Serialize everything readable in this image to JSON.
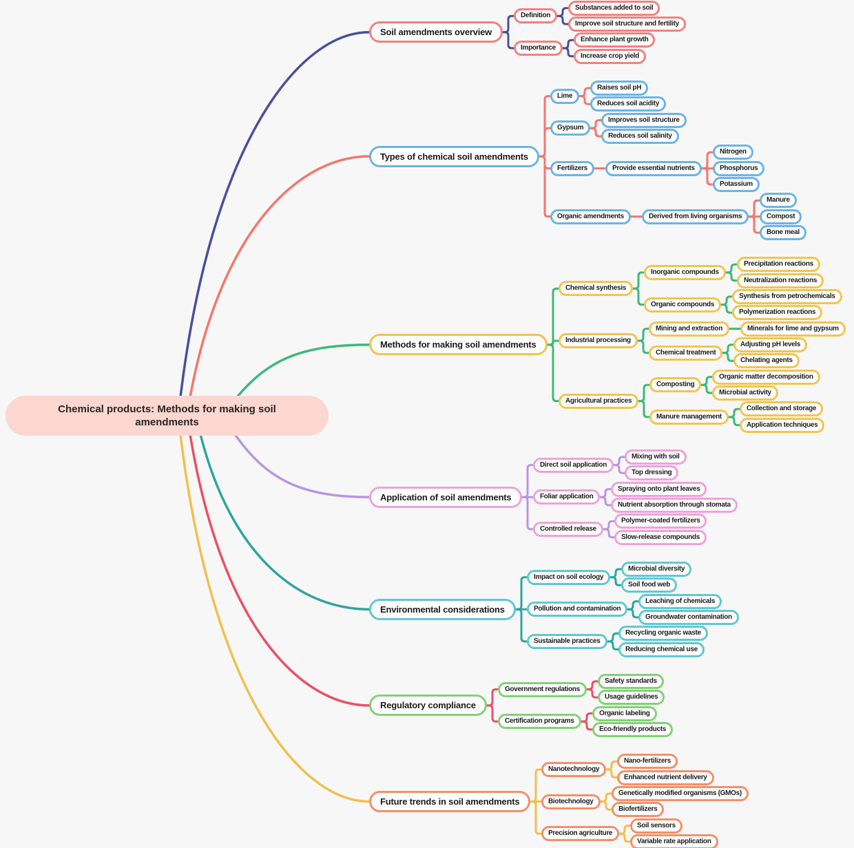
{
  "canvas": {
    "background": "#f8f7f7"
  },
  "root": {
    "label": "Chemical products: Methods for making soil amendments",
    "fill": "#fbd7d0",
    "text_color": "#2a2424"
  },
  "branches": [
    {
      "label": "Soil amendments overview",
      "node_color": "#f4807a",
      "line_color": "#49509a",
      "children": [
        {
          "label": "Definition",
          "children": [
            {
              "label": "Substances added to soil"
            },
            {
              "label": "Improve soil structure and fertility"
            }
          ]
        },
        {
          "label": "Importance",
          "children": [
            {
              "label": "Enhance plant growth"
            },
            {
              "label": "Increase crop yield"
            }
          ]
        }
      ]
    },
    {
      "label": "Types of chemical soil amendments",
      "node_color": "#67b5e9",
      "line_color": "#f4766e",
      "children": [
        {
          "label": "Lime",
          "children": [
            {
              "label": "Raises soil pH"
            },
            {
              "label": "Reduces soil acidity"
            }
          ]
        },
        {
          "label": "Gypsum",
          "children": [
            {
              "label": "Improves soil structure"
            },
            {
              "label": "Reduces soil salinity"
            }
          ]
        },
        {
          "label": "Fertilizers",
          "children": [
            {
              "label": "Provide essential nutrients",
              "children": [
                {
                  "label": "Nitrogen"
                },
                {
                  "label": "Phosphorus"
                },
                {
                  "label": "Potassium"
                }
              ]
            }
          ]
        },
        {
          "label": "Organic amendments",
          "children": [
            {
              "label": "Derived from living organisms",
              "children": [
                {
                  "label": "Manure"
                },
                {
                  "label": "Compost"
                },
                {
                  "label": "Bone meal"
                }
              ]
            }
          ]
        }
      ]
    },
    {
      "label": "Methods for making soil amendments",
      "node_color": "#f3c44d",
      "line_color": "#3db87d",
      "children": [
        {
          "label": "Chemical synthesis",
          "children": [
            {
              "label": "Inorganic compounds",
              "children": [
                {
                  "label": "Precipitation reactions"
                },
                {
                  "label": "Neutralization reactions"
                }
              ]
            },
            {
              "label": "Organic compounds",
              "children": [
                {
                  "label": "Synthesis from petrochemicals"
                },
                {
                  "label": "Polymerization reactions"
                }
              ]
            }
          ]
        },
        {
          "label": "Industrial processing",
          "children": [
            {
              "label": "Mining and extraction",
              "children": [
                {
                  "label": "Minerals for lime and gypsum"
                }
              ]
            },
            {
              "label": "Chemical treatment",
              "children": [
                {
                  "label": "Adjusting pH levels"
                },
                {
                  "label": "Chelating agents"
                }
              ]
            }
          ]
        },
        {
          "label": "Agricultural practices",
          "children": [
            {
              "label": "Composting",
              "children": [
                {
                  "label": "Organic matter decomposition"
                },
                {
                  "label": "Microbial activity"
                }
              ]
            },
            {
              "label": "Manure management",
              "children": [
                {
                  "label": "Collection and storage"
                },
                {
                  "label": "Application techniques"
                }
              ]
            }
          ]
        }
      ]
    },
    {
      "label": "Application of soil amendments",
      "node_color": "#efa1da",
      "line_color": "#b895e2",
      "children": [
        {
          "label": "Direct soil application",
          "children": [
            {
              "label": "Mixing with soil"
            },
            {
              "label": "Top dressing"
            }
          ]
        },
        {
          "label": "Foliar application",
          "children": [
            {
              "label": "Spraying onto plant leaves"
            },
            {
              "label": "Nutrient absorption through stomata"
            }
          ]
        },
        {
          "label": "Controlled release",
          "children": [
            {
              "label": "Polymer-coated fertilizers"
            },
            {
              "label": "Slow-release compounds"
            }
          ]
        }
      ]
    },
    {
      "label": "Environmental considerations",
      "node_color": "#5fc8d4",
      "line_color": "#2da6a0",
      "children": [
        {
          "label": "Impact on soil ecology",
          "children": [
            {
              "label": "Microbial diversity"
            },
            {
              "label": "Soil food web"
            }
          ]
        },
        {
          "label": "Pollution and contamination",
          "children": [
            {
              "label": "Leaching of chemicals"
            },
            {
              "label": "Groundwater contamination"
            }
          ]
        },
        {
          "label": "Sustainable practices",
          "children": [
            {
              "label": "Recycling organic waste"
            },
            {
              "label": "Reducing chemical use"
            }
          ]
        }
      ]
    },
    {
      "label": "Regulatory compliance",
      "node_color": "#81d276",
      "line_color": "#e95067",
      "children": [
        {
          "label": "Government regulations",
          "children": [
            {
              "label": "Safety standards"
            },
            {
              "label": "Usage guidelines"
            }
          ]
        },
        {
          "label": "Certification programs",
          "children": [
            {
              "label": "Organic labeling"
            },
            {
              "label": "Eco-friendly products"
            }
          ]
        }
      ]
    },
    {
      "label": "Future trends in soil amendments",
      "node_color": "#f29069",
      "line_color": "#eec14e",
      "children": [
        {
          "label": "Nanotechnology",
          "children": [
            {
              "label": "Nano-fertilizers"
            },
            {
              "label": "Enhanced nutrient delivery"
            }
          ]
        },
        {
          "label": "Biotechnology",
          "children": [
            {
              "label": "Genetically modified organisms (GMOs)"
            },
            {
              "label": "Biofertilizers"
            }
          ]
        },
        {
          "label": "Precision agriculture",
          "children": [
            {
              "label": "Soil sensors"
            },
            {
              "label": "Variable rate application"
            }
          ]
        }
      ]
    }
  ]
}
